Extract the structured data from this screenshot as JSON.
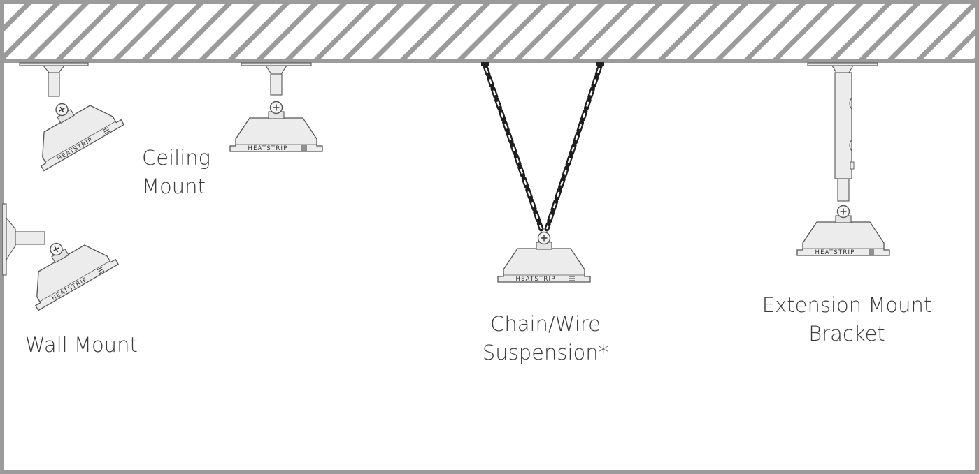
{
  "colors": {
    "frame": "#9b9b9b",
    "outline": "#555555",
    "heater_fill": "#ececec",
    "chain": "#1e1e1e",
    "text": "#3b3b3b"
  },
  "brand_label": "HEATSTRIP",
  "labels": {
    "ceiling_line1": "Ceiling",
    "ceiling_line2": "Mount",
    "wall": "Wall Mount",
    "chain_line1": "Chain/Wire",
    "chain_line2": "Suspension*",
    "extension_line1": "Extension Mount",
    "extension_line2": "Bracket"
  },
  "icons": [
    "hatched-ceiling",
    "ceiling-mount-heater-icon",
    "wall-mount-heater-icon",
    "chain-suspension-heater-icon",
    "extension-bracket-heater-icon"
  ]
}
